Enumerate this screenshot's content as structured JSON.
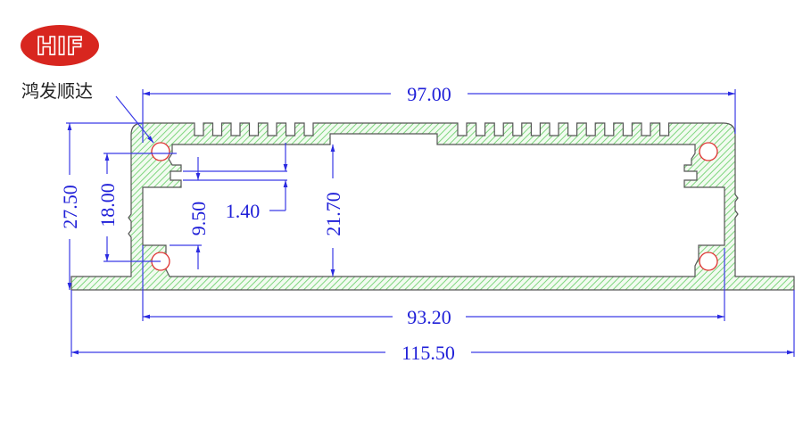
{
  "brand": {
    "logo_letters": "HIF",
    "company_name": "鸿发顺达",
    "logo_color": "#d8261f"
  },
  "colors": {
    "dimension": "#1f1fd8",
    "hatch": "#7fd67f",
    "outline": "#555555",
    "holes": "#e03030"
  },
  "dimensions": {
    "top_width": "97.00",
    "inner_width": "93.20",
    "overall_width": "115.50",
    "overall_height": "27.50",
    "hole_spacing": "18.00",
    "slot_height": "9.50",
    "slot_width": "1.40",
    "inner_height": "21.70"
  }
}
